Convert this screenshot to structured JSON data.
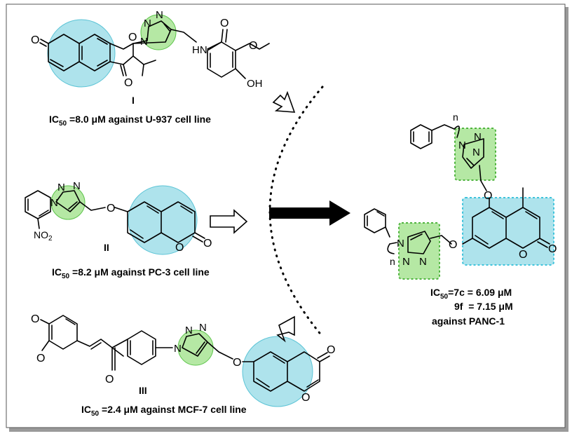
{
  "compounds": [
    {
      "id": "I",
      "activity_prefix": "IC",
      "activity_sub": "50",
      "activity_text": " =8.0 μM against U-937 cell line"
    },
    {
      "id": "II",
      "activity_prefix": "IC",
      "activity_sub": "50",
      "activity_text": " =8.2 μM against PC-3 cell line"
    },
    {
      "id": "III",
      "activity_prefix": "IC",
      "activity_sub": "50",
      "activity_text": " =2.4 μM against MCF-7 cell line"
    }
  ],
  "target": {
    "line1_prefix": "IC",
    "line1_sub": "50",
    "line1_text": "=7c = 6.09 μM",
    "line2": "9f  = 7.15 μM",
    "line3": "against PANC-1"
  },
  "atoms": {
    "O": "O",
    "N": "N",
    "H": "H",
    "HN": "HN",
    "OH": "OH",
    "NO2_main": "NO",
    "NO2_sub": "2",
    "n": "n"
  },
  "colors": {
    "coumarin_highlight": "#aee3ec",
    "coumarin_border": "#5cc4d6",
    "triazole_highlight": "#b5e8a4",
    "triazole_border": "#5cc44a",
    "frame": "#555555"
  }
}
